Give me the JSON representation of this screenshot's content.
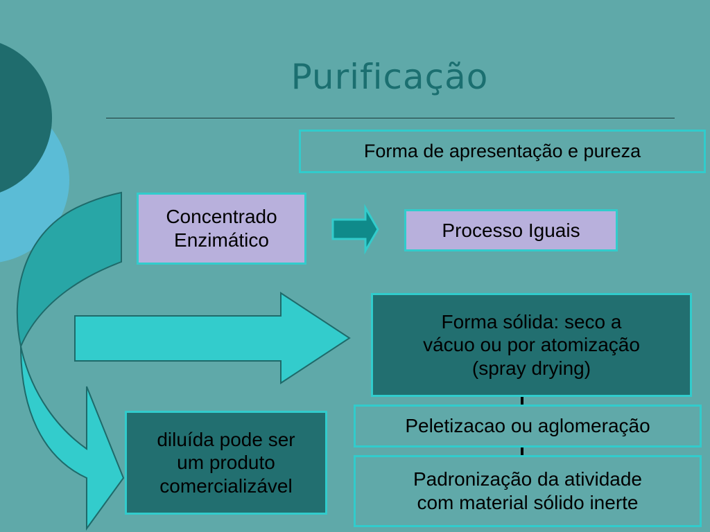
{
  "slide": {
    "title": "Purificação"
  },
  "boxes": {
    "forma_apresentacao": "Forma de apresentação e pureza",
    "concentrado_line1": "Concentrado",
    "concentrado_line2": "Enzimático",
    "processo_iguais": "Processo Iguais",
    "forma_solida_line1": "Forma sólida: seco a",
    "forma_solida_line2": "vácuo ou por atomização",
    "forma_solida_line3": "(spray drying)",
    "peletizacao": "Peletizacao ou aglomeração",
    "padronizacao_line1": "Padronização da atividade",
    "padronizacao_line2": "com material sólido inerte",
    "diluida_line1": "diluída pode ser",
    "diluida_line2": "um produto",
    "diluida_line3": "comercializável"
  },
  "colors": {
    "background": "#5fa9a9",
    "title": "#1b6f70",
    "box_border": "#31cccc",
    "lavender_box": "#b8b0dc",
    "dark_teal_box": "#226f70",
    "arrow_fill": "#33cccc"
  }
}
